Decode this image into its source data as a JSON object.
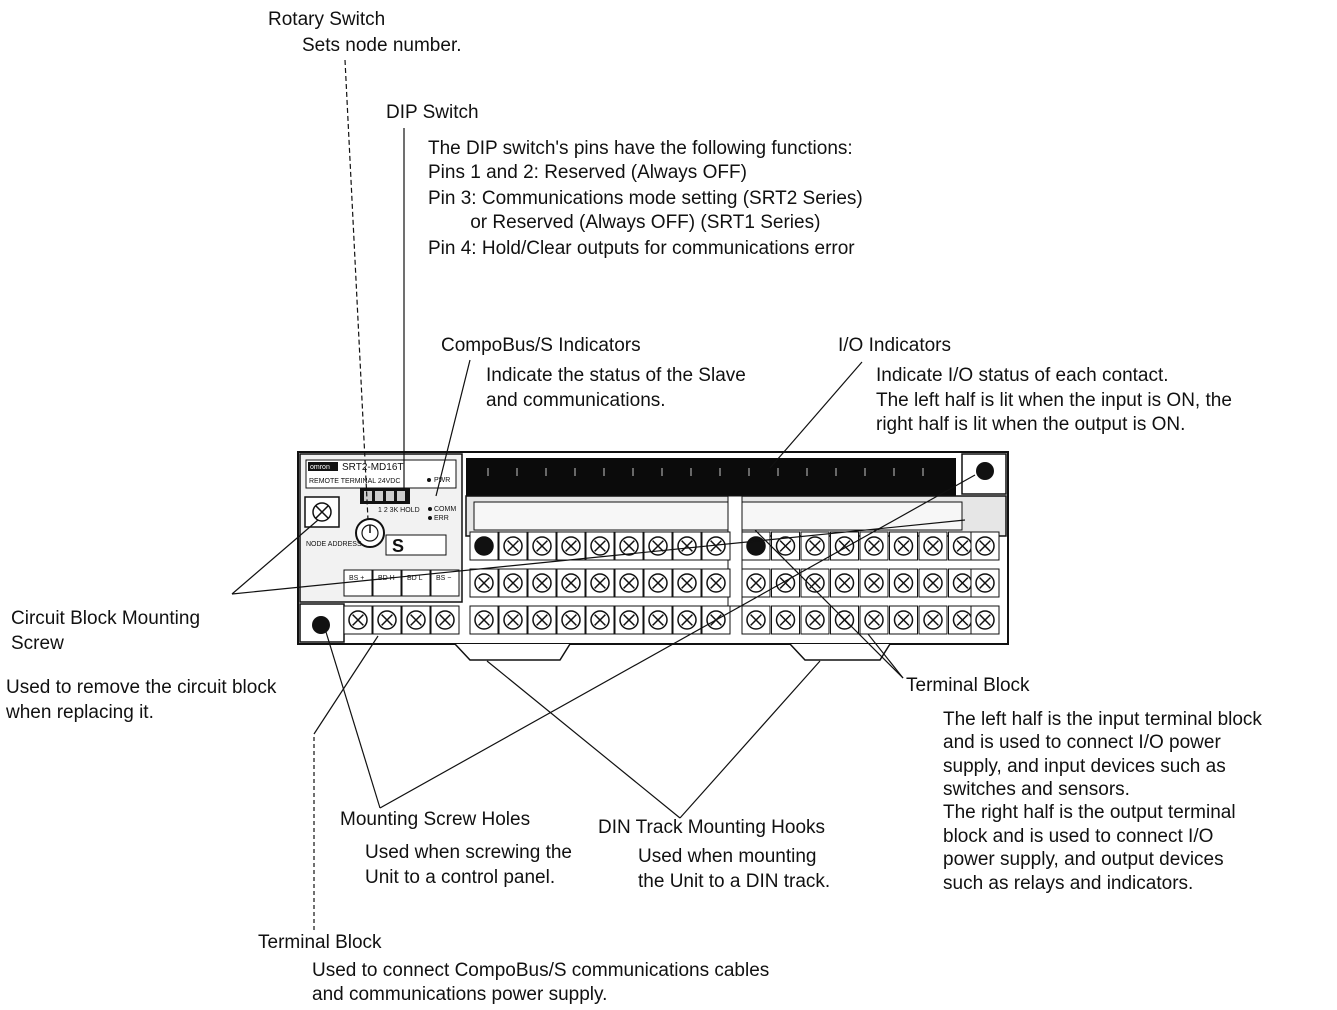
{
  "callouts": {
    "rotary_switch": {
      "title": "Rotary Switch",
      "desc": "Sets node number."
    },
    "dip_switch": {
      "title": "DIP Switch",
      "lines": [
        "The DIP switch's pins have the following functions:",
        "Pins 1 and 2: Reserved (Always OFF)",
        "Pin 3: Communications mode setting (SRT2 Series)",
        "        or Reserved (Always OFF) (SRT1 Series)",
        "Pin 4: Hold/Clear outputs for communications error"
      ]
    },
    "compobus_indicators": {
      "title": "CompoBus/S Indicators",
      "lines": [
        "Indicate the status of the Slave",
        "and communications."
      ]
    },
    "io_indicators": {
      "title": "I/O Indicators",
      "lines": [
        "Indicate I/O status of each contact.",
        "The left half is lit when the input is ON, the",
        "right half is lit when the output is ON."
      ]
    },
    "circuit_block_screw": {
      "title_lines": [
        "Circuit Block Mounting",
        "Screw"
      ],
      "lines": [
        "Used to remove the circuit block",
        "when replacing it."
      ]
    },
    "terminal_block_right": {
      "title": "Terminal Block",
      "lines": [
        "The left half is the input terminal block",
        "and is used to connect I/O power",
        "supply, and input devices such as",
        "switches and sensors.",
        "The right half is the output terminal",
        "block and is used to connect I/O",
        "power supply, and output devices",
        "such as relays and indicators."
      ]
    },
    "mounting_screw_holes": {
      "title": "Mounting Screw Holes",
      "lines": [
        "Used when screwing the",
        "Unit to a control panel."
      ]
    },
    "din_hooks": {
      "title": "DIN Track Mounting Hooks",
      "lines": [
        "Used when mounting",
        "the Unit to a DIN track."
      ]
    },
    "terminal_block_bottom": {
      "title": "Terminal Block",
      "lines": [
        "Used to connect CompoBus/S communications cables",
        "and communications power supply."
      ]
    }
  },
  "device": {
    "brand": "omron",
    "model": "SRT2-MD16T",
    "subtitle": "REMOTE TERMINAL 24VDC",
    "node_address": "NODE ADDRESS",
    "dip_pins": "1 2 3K HOLD",
    "led_pwr": "PWR",
    "led_comm": "COMM",
    "led_err": "ERR",
    "comm_terminals": [
      "BS +",
      "BD H",
      "BD L",
      "BS −"
    ]
  }
}
